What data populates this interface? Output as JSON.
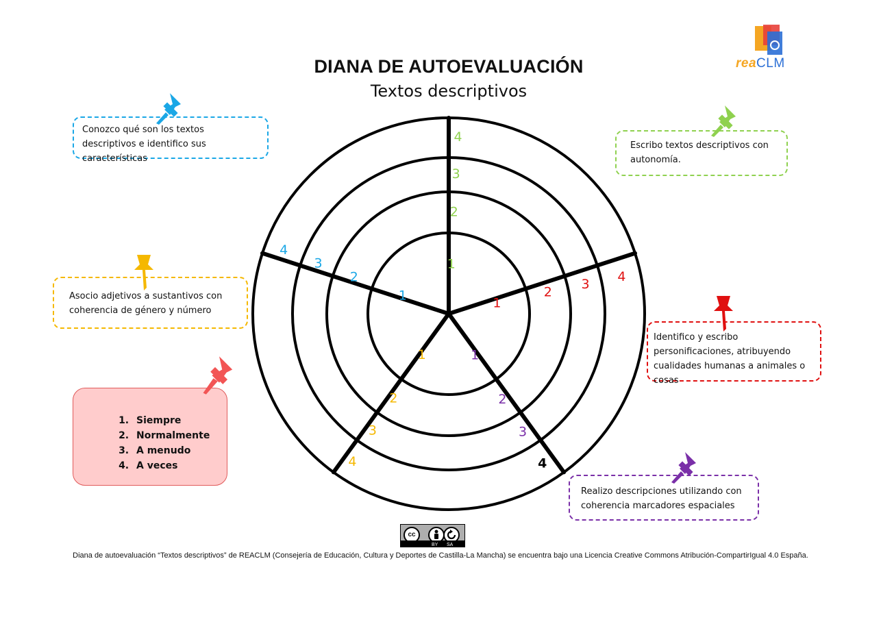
{
  "header": {
    "title": "DIANA DE AUTOEVALUACIÓN",
    "subtitle": "Textos descriptivos",
    "logo": {
      "prefix": "rea",
      "suffix": "CLM"
    }
  },
  "colors": {
    "blue": "#1aa7e6",
    "green": "#8fd14f",
    "red": "#e01010",
    "purple": "#7a2fa8",
    "yellow": "#f5b800",
    "legend_pin": "#f25555"
  },
  "diagram": {
    "rings": [
      1,
      2,
      3,
      4
    ],
    "sectors": [
      {
        "id": "green",
        "color_key": "green",
        "labels": [
          "1",
          "2",
          "3",
          "4"
        ],
        "label4_color_key": "green"
      },
      {
        "id": "red",
        "color_key": "red",
        "labels": [
          "1",
          "2",
          "3",
          "4"
        ],
        "label4_color_key": "red"
      },
      {
        "id": "purple",
        "color_key": "purple",
        "labels": [
          "1",
          "2",
          "3",
          "4"
        ],
        "label4_color_key": "black"
      },
      {
        "id": "yellow",
        "color_key": "yellow",
        "labels": [
          "1",
          "2",
          "3",
          "4"
        ],
        "label4_color_key": "yellow"
      },
      {
        "id": "blue",
        "color_key": "blue",
        "labels": [
          "1",
          "2",
          "3",
          "4"
        ],
        "label4_color_key": "blue"
      }
    ]
  },
  "notes": {
    "blue": "Conozco qué son los textos descriptivos e identifico sus características",
    "green": "Escribo textos descriptivos con autonomía.",
    "yellow": "Asocio adjetivos a sustantivos con coherencia de género y número",
    "red": "Identifico y escribo personificaciones, atribuyendo cualidades humanas a animales o cosas",
    "purple": "Realizo descripciones utilizando con coherencia marcadores espaciales"
  },
  "legend": {
    "items": [
      "Siempre",
      "Normalmente",
      "A menudo",
      "A veces"
    ]
  },
  "license": {
    "badge_cc": "cc",
    "badge_by": "BY",
    "badge_sa": "SA",
    "text": "Diana de autoevaluación “Textos descriptivos” de REACLM (Consejería de Educación, Cultura y Deportes de Castilla-La Mancha) se encuentra bajo una Licencia Creative Commons Atribución-CompartirIgual 4.0 España."
  }
}
